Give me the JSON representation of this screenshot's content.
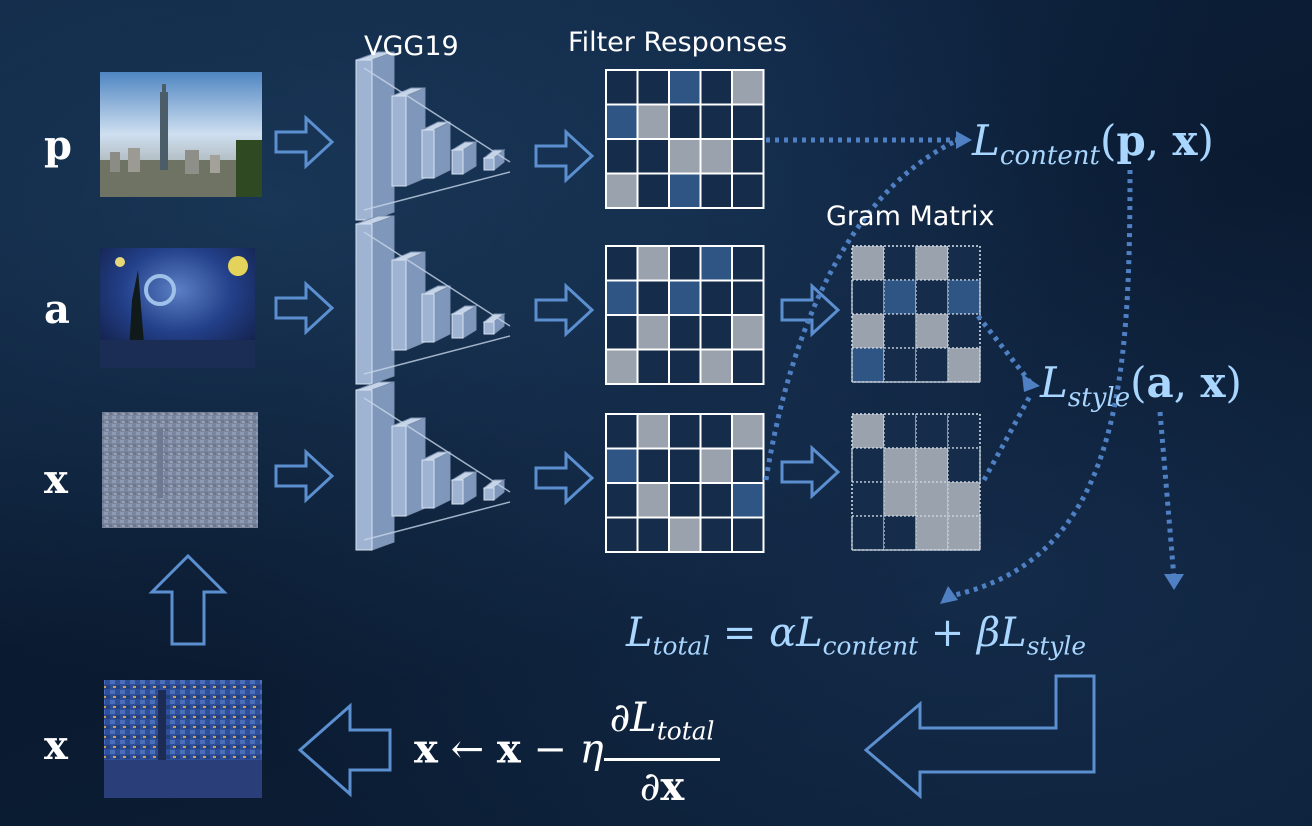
{
  "labels": {
    "p": "p",
    "a": "a",
    "x_gen": "x",
    "x_final": "x"
  },
  "headings": {
    "network": "VGG19",
    "filter_responses": "Filter Responses",
    "gram_matrix": "Gram Matrix"
  },
  "formulas": {
    "content_loss": {
      "L": "L",
      "sub": "content",
      "args_open": "(",
      "p": "p",
      "comma": ", ",
      "x": "x",
      "args_close": ")"
    },
    "style_loss": {
      "L": "L",
      "sub": "style",
      "args_open": "(",
      "a": "a",
      "comma": ", ",
      "x": "x",
      "args_close": ")"
    },
    "total_loss": {
      "L": "L",
      "sub_total": "total",
      "eq": " = ",
      "alpha": "α",
      "L2": "L",
      "sub_content": "content",
      "plus": " + ",
      "beta": "β",
      "L3": "L",
      "sub_style": "style"
    },
    "update": {
      "x1": "x",
      "arrow": " ← ",
      "x2": "x",
      "minus": " − ",
      "eta": "η",
      "num_partial": "∂",
      "num_L": "L",
      "num_sub": "total",
      "den": "∂",
      "den_x": "x"
    }
  },
  "colors": {
    "arrow_outline": "#5b8fd0",
    "dotted": "#4f80c4",
    "formula": "#a9d6ff",
    "grid_gray": "#9aa2ad",
    "grid_blue": "#2e5584",
    "grid_dark": "#152c4a",
    "network_fill": "#9fb4d2"
  }
}
